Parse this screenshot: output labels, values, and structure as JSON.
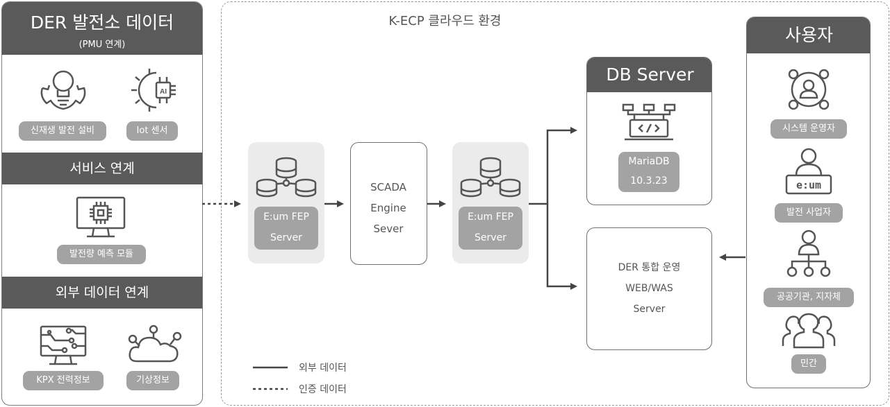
{
  "left": {
    "der_title": "DER 발전소 데이터",
    "der_subtitle": "(PMU 연계)",
    "renewable_label": "신재생 발전 설비",
    "iot_label": "Iot 센서",
    "service_title": "서비스 연계",
    "forecast_label": "발전량 예측 모듈",
    "external_title": "외부 데이터 연계",
    "kpx_label": "KPX 전력정보",
    "weather_label": "기상정보"
  },
  "cloud": {
    "title": "K-ECP 클라우드 환경"
  },
  "fep1": {
    "line1": "E:um FEP",
    "line2": "Server"
  },
  "scada": {
    "line1": "SCADA",
    "line2": "Engine",
    "line3": "Sever"
  },
  "fep2": {
    "line1": "E:um FEP",
    "line2": "Server"
  },
  "db": {
    "title": "DB Server",
    "line1": "MariaDB",
    "line2": "10.3.23"
  },
  "web": {
    "line1": "DER 통합 운영",
    "line2": "WEB/WAS",
    "line3": "Server"
  },
  "users": {
    "title": "사용자",
    "sysop": "시스템 운영자",
    "operator": "발전 사업자",
    "public": "공공기관, 지자체",
    "private": "민간"
  },
  "legend": {
    "solid_label": "외부 데이터",
    "dotted_label": "인증 데이터"
  },
  "icons": [
    "lightbulb-gear-icon",
    "ai-chip-icon",
    "monitor-chip-icon",
    "circuit-monitor-icon",
    "cloud-network-icon",
    "database-network-icon",
    "server-code-icon",
    "user-circle-icon",
    "user-badge-icon",
    "org-chart-icon",
    "group-icon"
  ],
  "colors": {
    "header": "#5a5a5a",
    "chip": "#a3a3a3",
    "fep_bg": "#ebebeb",
    "stroke": "#555555"
  }
}
